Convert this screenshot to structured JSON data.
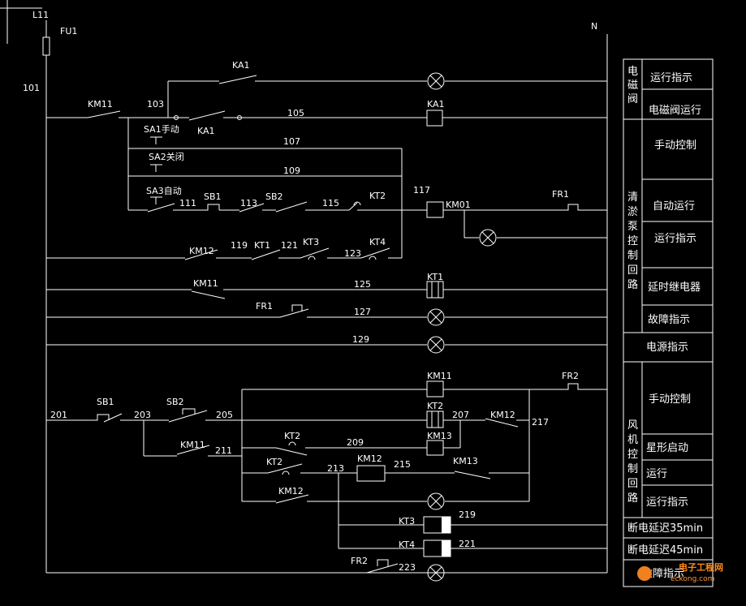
{
  "labels": {
    "l11": "L11",
    "fu1": "FU1",
    "n101": "101",
    "n": "N",
    "ka1_top": "KA1",
    "km11_a": "KM11",
    "n103": "103",
    "ka1_coil": "KA1",
    "n105": "105",
    "sa1": "SA1手动",
    "ka1_mid": "KA1",
    "n107": "107",
    "sa2": "SA2关闭",
    "n109": "109",
    "sa3": "SA3自动",
    "n117": "117",
    "sb1": "SB1",
    "sb2": "SB2",
    "kt2_upper": "KT2",
    "fr1_upper": "FR1",
    "n111": "111",
    "n113": "113",
    "n115": "115",
    "km01": "KM01",
    "n119": "119",
    "kt1": "KT1",
    "n121": "121",
    "kt3": "KT3",
    "kt4": "KT4",
    "km12_a": "KM12",
    "n123": "123",
    "kt1_coil": "KT1",
    "km11_b": "KM11",
    "n125": "125",
    "fr1_lower": "FR1",
    "n127": "127",
    "n129": "129",
    "km11_coil": "KM11",
    "fr2_upper": "FR2",
    "sb1_fan": "SB1",
    "sb2_fan": "SB2",
    "kt2_coil": "KT2",
    "n201": "201",
    "n203": "203",
    "n205": "205",
    "n207": "207",
    "km12_b": "KM12",
    "n217": "217",
    "kt2_a": "KT2",
    "km13_coil": "KM13",
    "km11_c": "KM11",
    "n209": "209",
    "n211": "211",
    "km12_coil": "KM12",
    "km13_b": "KM13",
    "kt2_b": "KT2",
    "n215": "215",
    "n213": "213",
    "km12_c": "KM12",
    "kt3_coil": "KT3",
    "n219": "219",
    "kt4_coil": "KT4",
    "n221": "221",
    "fr2_lower": "FR2",
    "n223": "223"
  },
  "table": {
    "valve_v": [
      "电",
      "磁",
      "阀"
    ],
    "pump_v": [
      "清",
      "淤",
      "泵",
      "控",
      "制",
      "回",
      "路"
    ],
    "fan_v": [
      "风",
      "机",
      "控",
      "制",
      "回",
      "路"
    ],
    "rows": [
      "运行指示",
      "电磁阀运行",
      "手动控制",
      "自动运行",
      "运行指示",
      "延时继电器",
      "故障指示",
      "电源指示",
      "手动控制",
      "星形启动",
      "运行",
      "运行指示",
      "断电延迟35min",
      "断电延迟45min",
      "故障指示"
    ]
  },
  "watermark": {
    "name": "电子工程网",
    "url": "eckong.com"
  }
}
